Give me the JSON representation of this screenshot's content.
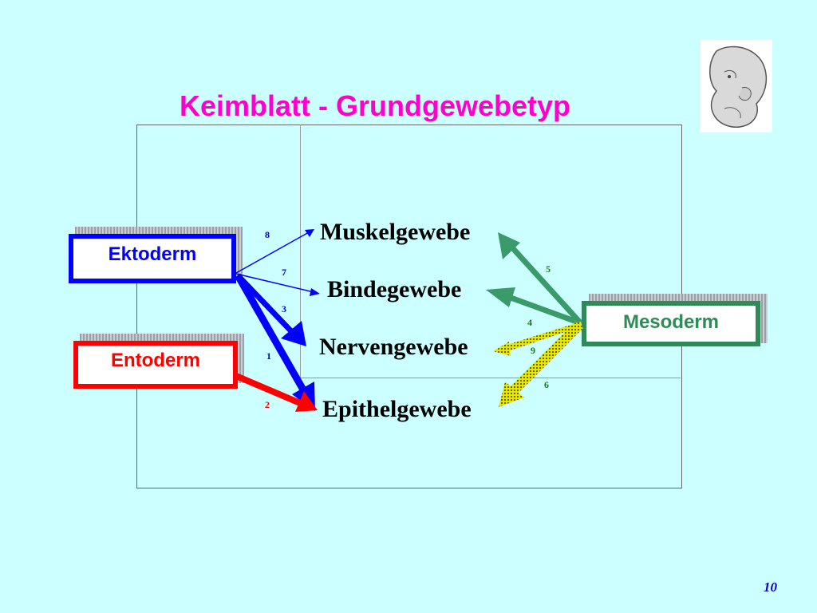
{
  "title": "Keimblatt - Grundgewebetyp",
  "page_number": "10",
  "germ_layers": {
    "ektoderm": {
      "label": "Ektoderm",
      "color": "#0000ff"
    },
    "entoderm": {
      "label": "Entoderm",
      "color": "#ff0000"
    },
    "mesoderm": {
      "label": "Mesoderm",
      "color": "#2e8b57"
    }
  },
  "tissues": {
    "muskel": "Muskelgewebe",
    "binde": "Bindegewebe",
    "nerven": "Nervengewebe",
    "epithel": "Epithelgewebe"
  },
  "arrow_numbers": {
    "n1": "1",
    "n2": "2",
    "n3": "3",
    "n4": "4",
    "n5": "5",
    "n6": "6",
    "n7": "7",
    "n8": "8",
    "n9": "9"
  },
  "colors": {
    "background": "#ccffff",
    "title": "#ff00cc",
    "mesoderm_arrow": "#3a9a6a",
    "dotted_arrow": "#e6e600"
  }
}
